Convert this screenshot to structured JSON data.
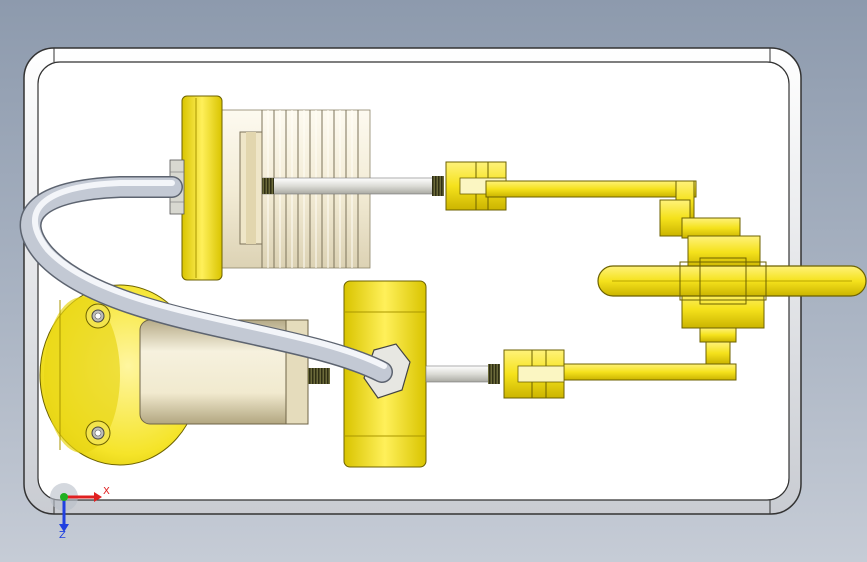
{
  "viewport": {
    "background_top": "#8d9aad",
    "background_bottom": "#c6ccd6"
  },
  "model": {
    "colors": {
      "base_plate": "#ffffff",
      "brass_part": "#f2e21a",
      "cylinder_fins": "#f5efdc",
      "power_cylinder": "#ece3c4",
      "tube": "#d2d7e0",
      "shaft": "#e2e2de",
      "thread": "#4a4a20"
    },
    "components": [
      "base-plate",
      "displacer-cylinder",
      "power-cylinder",
      "transfer-tube",
      "crank-linkage",
      "flywheel"
    ]
  },
  "triad": {
    "x_label": "X",
    "y_label": "Z",
    "x_color": "#e02020",
    "y_color": "#2040e0",
    "z_color": "#20b020"
  }
}
